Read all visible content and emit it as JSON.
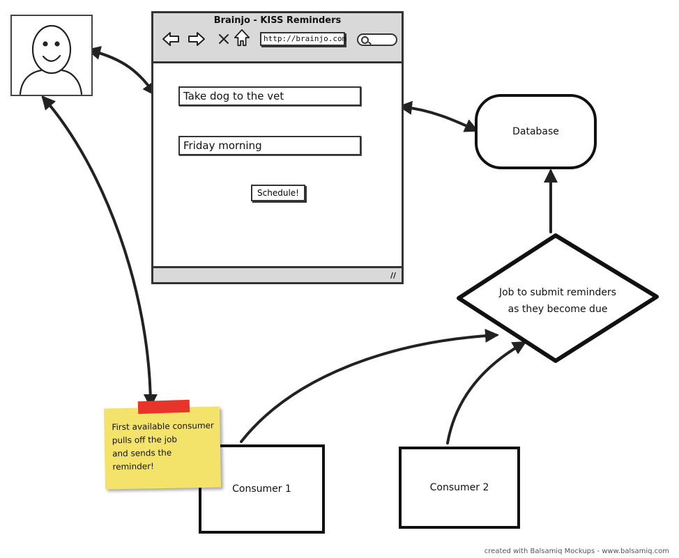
{
  "browser": {
    "title": "Brainjo - KISS Reminders",
    "url": "http://brainjo.com",
    "nav_icons": [
      "back-arrow-icon",
      "forward-arrow-icon",
      "close-icon",
      "home-icon"
    ],
    "form": {
      "reminder_text": "Take dog to the vet",
      "reminder_time": "Friday morning",
      "submit_label": "Schedule!"
    }
  },
  "database_label": "Database",
  "job_label_line1": "Job to submit reminders",
  "job_label_line2": "as they become due",
  "consumers": {
    "consumer1": "Consumer 1",
    "consumer2": "Consumer 2"
  },
  "note": {
    "line1": "First available consumer",
    "line2": "pulls off the job",
    "line3": "and sends the",
    "line4": "reminder!"
  },
  "footer_credit": "created with Balsamiq Mockups - www.balsamiq.com",
  "colors": {
    "note_fill": "#f3e36a",
    "tape": "#e8352b",
    "chrome": "#d9d9d9"
  }
}
